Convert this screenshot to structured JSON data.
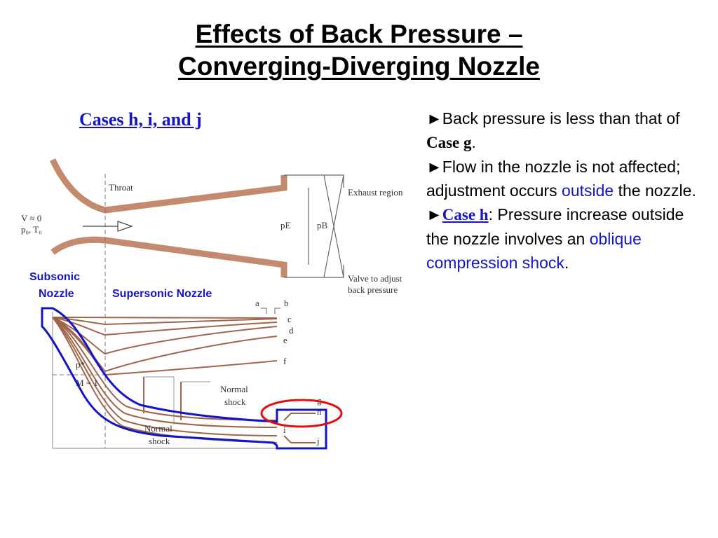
{
  "title": {
    "line1": "Effects of Back Pressure –",
    "line2": "Converging-Diverging Nozzle"
  },
  "subtitle": "Cases h, i, and j",
  "bullets": {
    "marker": "►",
    "b1_text": "Back pressure is less than that of ",
    "b1_case": "Case g",
    "b1_end": ".",
    "b2_text_a": "Flow in the nozzle is not affected; adjustment occurs ",
    "b2_outside": "outside",
    "b2_text_b": " the nozzle.",
    "b3_case": "Case h",
    "b3_text_a": ":  Pressure increase outside the nozzle involves an ",
    "b3_highlight": "oblique compression shock",
    "b3_end": "."
  },
  "diagram": {
    "throat": "Throat",
    "v0": "V ≈ 0",
    "p0t0": "p₀, T₀",
    "pE": "pE",
    "pB": "pB",
    "exhaust": "Exhaust region",
    "valve1": "Valve to adjust",
    "valve2": "back pressure",
    "subsonic1": "Subsonic",
    "subsonic2": "Nozzle",
    "supersonic": "Supersonic Nozzle",
    "pstar": "p*",
    "m1": "M = 1",
    "normal_shock_a1": "Normal",
    "normal_shock_a2": "shock",
    "normal_shock_b1": "Normal",
    "normal_shock_b2": "shock",
    "curve_labels": [
      "a",
      "b",
      "c",
      "d",
      "e",
      "f",
      "g",
      "h",
      "i",
      "j"
    ],
    "colors": {
      "curve": "#a0664a",
      "wall": "#c48a6e",
      "highlight_blue": "#1414c8",
      "highlight_red": "#e01010"
    }
  }
}
